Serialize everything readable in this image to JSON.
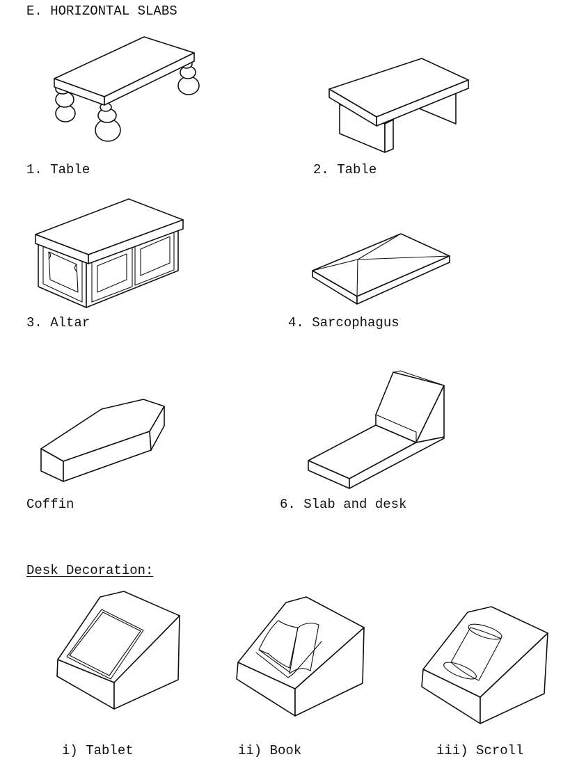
{
  "heading": "E. HORIZONTAL SLABS",
  "figures": [
    {
      "label": "1. Table",
      "icon": "table-round-legs-drawing"
    },
    {
      "label": "2. Table",
      "icon": "table-slab-legs-drawing"
    },
    {
      "label": "3. Altar",
      "icon": "altar-drawing"
    },
    {
      "label": "4. Sarcophagus",
      "icon": "sarcophagus-drawing"
    },
    {
      "label": "Coffin",
      "icon": "coffin-drawing"
    },
    {
      "label": "6. Slab and desk",
      "icon": "slab-and-desk-drawing"
    }
  ],
  "desk_decoration": {
    "heading": "Desk Decoration:",
    "items": [
      {
        "label": "i) Tablet",
        "icon": "desk-tablet-drawing"
      },
      {
        "label": "ii) Book",
        "icon": "desk-book-drawing"
      },
      {
        "label": "iii) Scroll",
        "icon": "desk-scroll-drawing"
      }
    ]
  }
}
